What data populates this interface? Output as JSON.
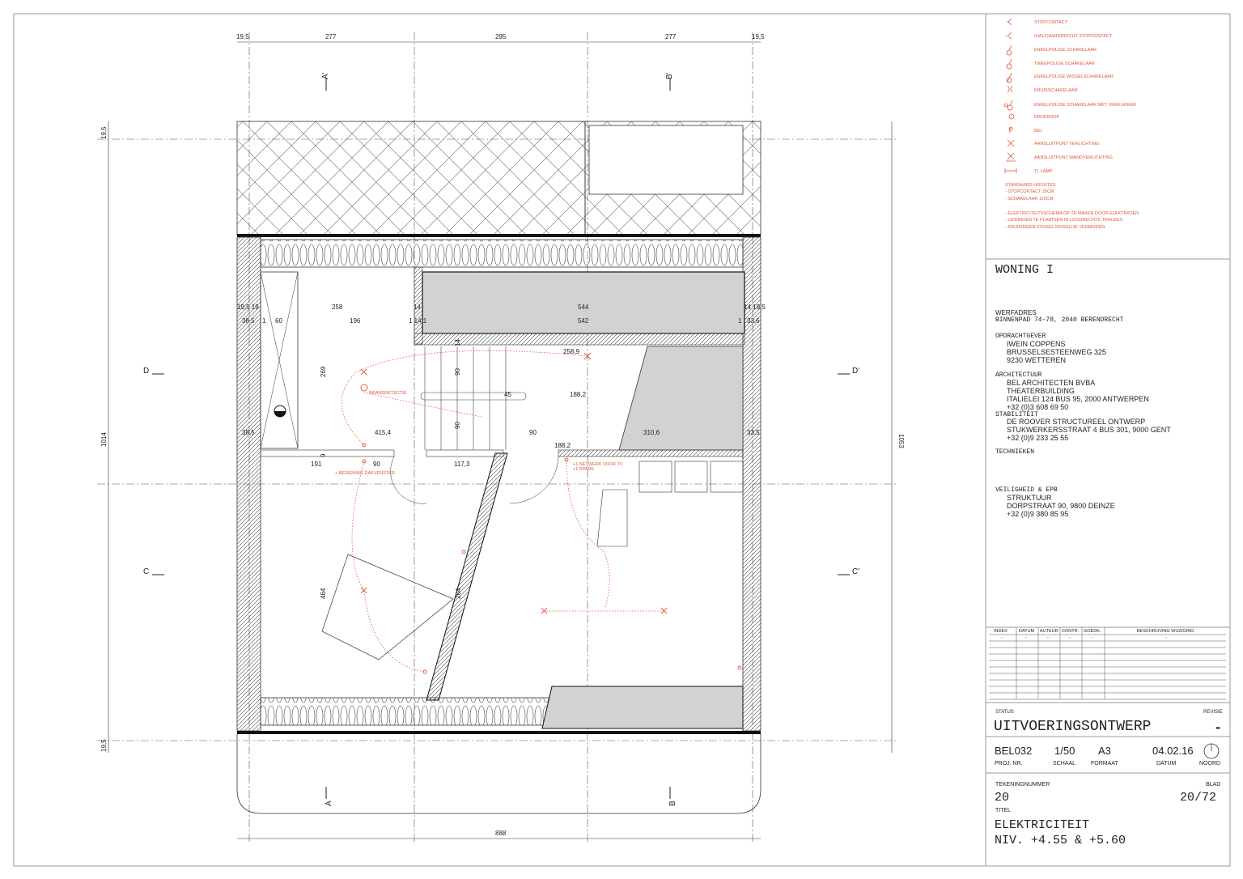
{
  "legend": {
    "items": [
      {
        "icon": "socket-icon",
        "label": "STOPCONTACT"
      },
      {
        "icon": "waterproof-socket-icon",
        "label": "(HALF)WATERDICHT  STOPCONTACT"
      },
      {
        "icon": "single-pole-switch-icon",
        "label": "ENKELPOLIGE  SCHAKELAAR"
      },
      {
        "icon": "double-pole-switch-icon",
        "label": "TWEEPOLIGE  SCHAKELAAR"
      },
      {
        "icon": "two-way-switch-icon",
        "label": "ENKELPOLIGE  WISSELSCHAKELAAR"
      },
      {
        "icon": "cross-switch-icon",
        "label": "KRUISSCHAKELAAR"
      },
      {
        "icon": "switch-with-indicator-icon",
        "label": "ENKELPOLIGE  SCHAKELAAR  MET  VERKLIKKER"
      },
      {
        "icon": "push-button-icon",
        "label": "DRUKKNOP"
      },
      {
        "icon": "bell-icon",
        "label": "BEL"
      },
      {
        "icon": "light-point-icon",
        "label": "AANSLUITPUNT  VERLICHTING"
      },
      {
        "icon": "wall-light-point-icon",
        "label": "AANSLUITPUNT  WANDVERLICHTING"
      },
      {
        "icon": "tl-lamp-icon",
        "label": "TL LAMP"
      }
    ],
    "notes": [
      "STANDAARD  HOOGTES",
      "- STOPCONTACT     25CM",
      "- SCHAKELAAR     110CM",
      "- ELEKTRICITEITSSCHEMA  OP TE MAKEN DOOR ELEKTRICIEN",
      "- LEIDINGEN  TE PLAATSEN  IN LOODRECHTE  TRACEES",
      "- KRUISINGEN  ZOVEEL  MOGELIJK  VERMIJDEN"
    ]
  },
  "project": {
    "title": "WONING I",
    "werfadres_label": "WERFADRES",
    "werfadres": "BINNENPAD 74-78, 2040 BERENDRECHT",
    "opdrachtgever_label": "OPDRACHTGEVER",
    "opdrachtgever": [
      "IWEIN COPPENS",
      "BRUSSELSESTEENWEG 325",
      "9230 WETTEREN"
    ],
    "architect_label": "ARCHITECTUUR",
    "architect": [
      "BEL ARCHITECTEN BVBA",
      "THEATERBUILDING",
      "ITALIELEI 124 BUS 95, 2000 ANTWERPEN",
      "+32 (0)3 608 69 50"
    ],
    "stabiliteit_label": "STABILITEIT",
    "stabiliteit": [
      "DE ROOVER STRUCTUREEL ONTWERP",
      "STUKWERKERSSTRAAT 4 BUS 301, 9000 GENT",
      "+32 (0)9 233 25 55"
    ],
    "technieken_label": "TECHNIEKEN",
    "veiligheid_label": "VEILIGHEID & EPB",
    "veiligheid": [
      "STRUKTUUR",
      "DORPSTRAAT 90, 9800 DEINZE",
      "+32 (0)9 380 85 95"
    ]
  },
  "revisions": {
    "headers": [
      "INDEX",
      "DATUM",
      "AUTEUR",
      "CONTR.",
      "GOEDK.",
      "BESCHRIJVING WIJZIGING"
    ],
    "row": [
      "-",
      "-",
      "-",
      "-",
      "-",
      "-"
    ]
  },
  "titleblock": {
    "status_label": "STATUS",
    "status": "UITVOERINGSONTWERP",
    "revisie_label": "REVISIE",
    "revisie": "-",
    "proj_nr": "BEL032",
    "proj_nr_label": "PROJ. NR.",
    "schaal": "1/50",
    "schaal_label": "SCHAAL",
    "formaat": "A3",
    "formaat_label": "FORMAAT",
    "datum": "04.02.16",
    "datum_label": "DATUM",
    "noord_label": "NOORD",
    "tekeningnummer_label": "TEKENINGNUMMER",
    "tekeningnummer": "20",
    "blad_label": "BLAD",
    "blad": "20/72",
    "titel_label": "TITEL",
    "titel": [
      "ELEKTRICITEIT",
      "NIV. +4.55 & +5.60"
    ]
  },
  "plan": {
    "sections": {
      "a_top": "A'",
      "b_top": "B'",
      "a_bot": "A",
      "b_bot": "B",
      "d_left": "D",
      "d_right": "D'",
      "c_left": "C",
      "c_right": "C'"
    },
    "dims": {
      "top": [
        "19,5",
        "277",
        "295",
        "277",
        "19,5"
      ],
      "bottom": "888",
      "left": [
        "19,5",
        "1014",
        "19,5"
      ],
      "right": "1053",
      "row1": [
        "19,5 19",
        "258",
        "14",
        "544",
        "14 19,5"
      ],
      "row2": [
        "38,5",
        "1",
        "60",
        "196",
        "1 14 1",
        "542",
        "1",
        "33,6"
      ],
      "d258_9": "258,9",
      "d14": "14",
      "d269": "269",
      "d90a": "90",
      "d45": "45",
      "d188_2a": "188,2",
      "d90b": "90",
      "row3": [
        "38,5",
        "415,4",
        "90",
        "310,6",
        "33,5"
      ],
      "d188_2b": "188,2",
      "row4": [
        "191",
        "90",
        "117,3"
      ],
      "d9": "9",
      "d464": "464",
      "d264": "264"
    },
    "labels": {
      "branddetectie": "BRANDDETECTIE",
      "dakvenster": "+ BEDIENING DAKVENSTER",
      "netwerk": "+1 NETWERK VOOR TV",
      "spare": "+1 SPARE"
    }
  }
}
